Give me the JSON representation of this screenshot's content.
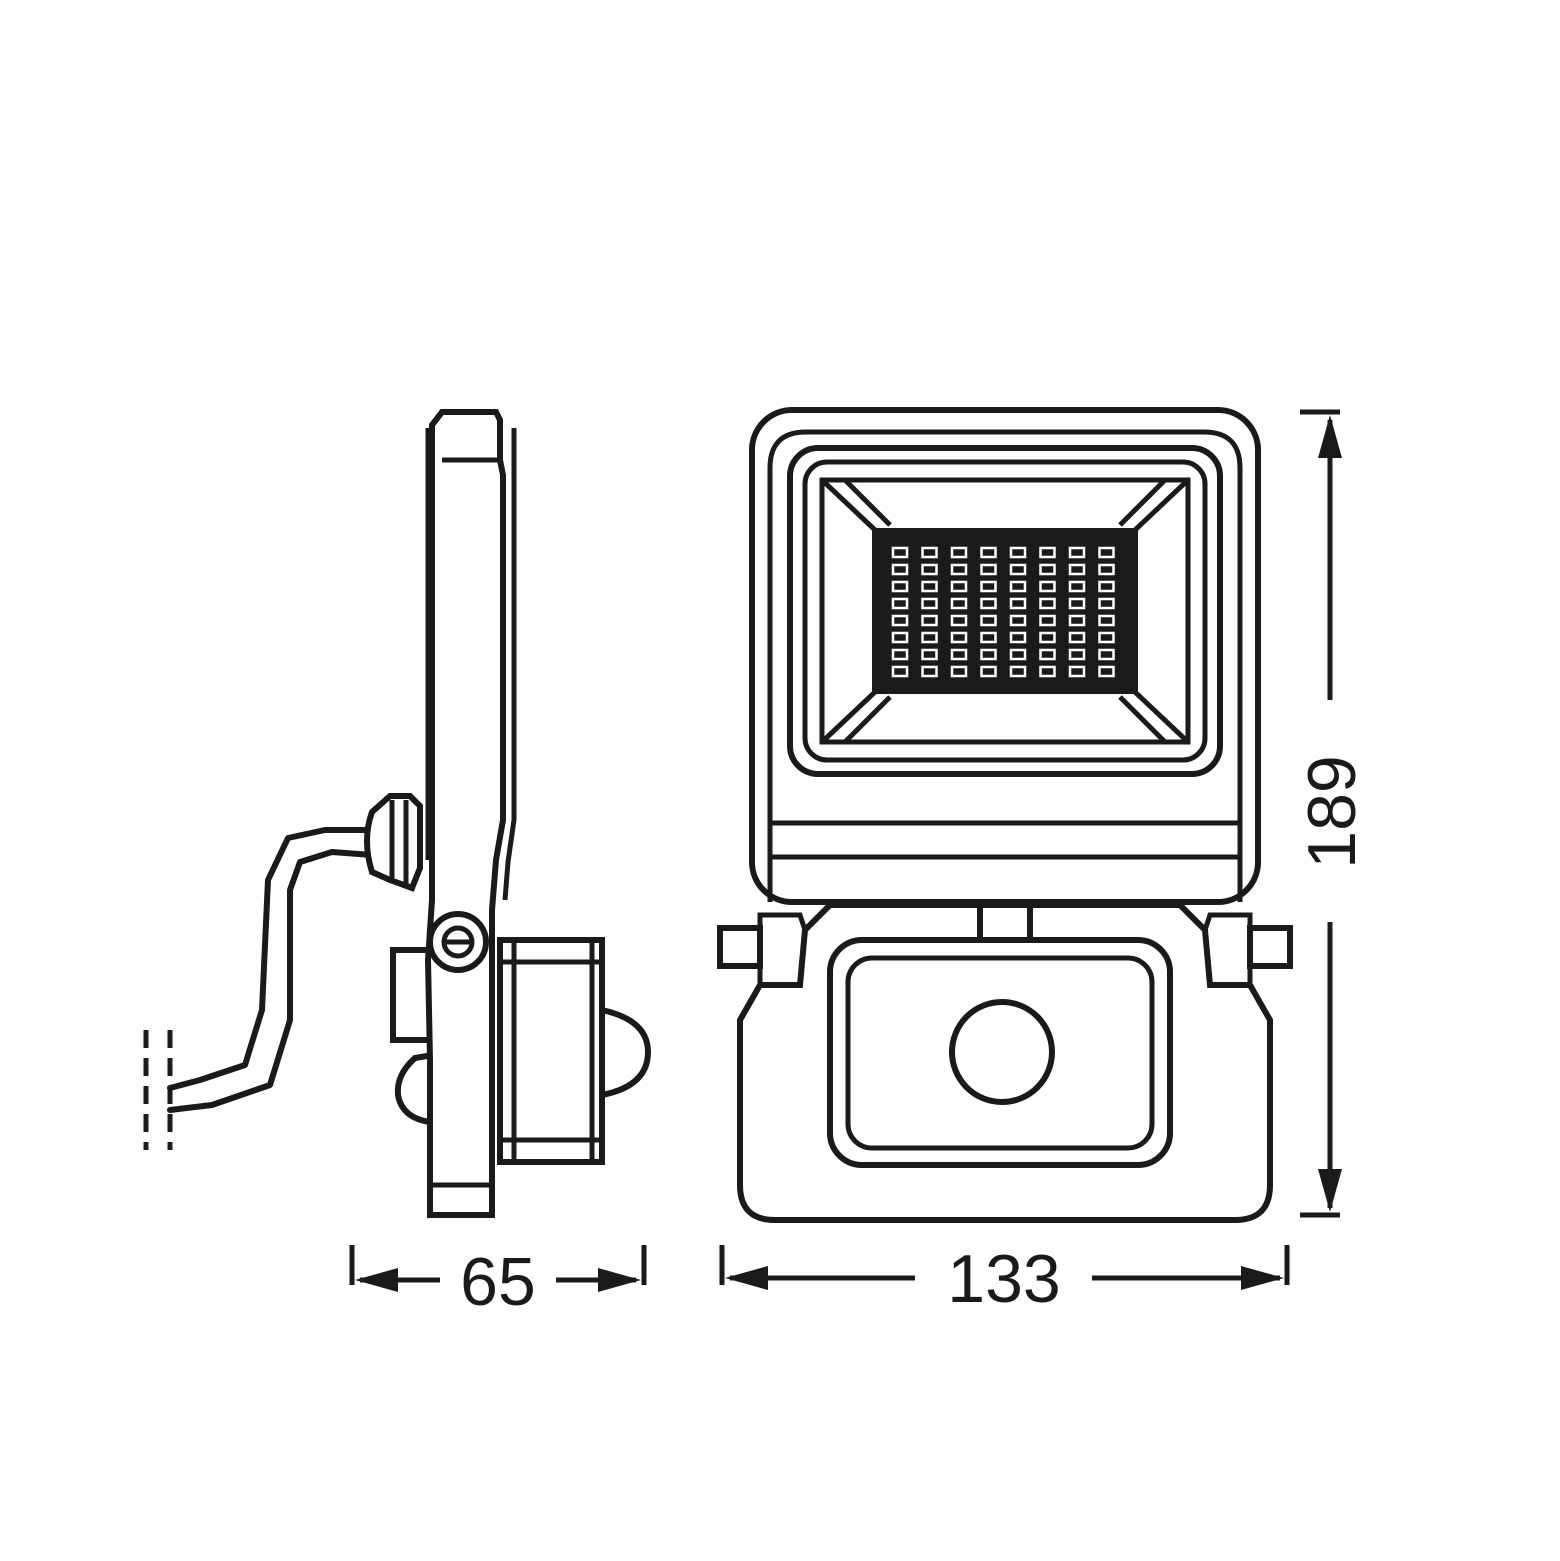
{
  "dimensions": {
    "depth": "65",
    "width": "133",
    "height": "189"
  },
  "colors": {
    "line": "#1a1a1a",
    "background": "#ffffff"
  }
}
